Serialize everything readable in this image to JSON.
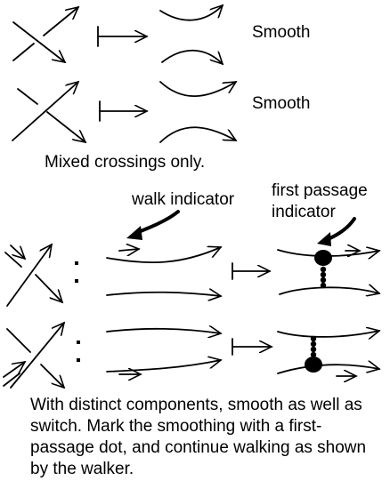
{
  "labels": {
    "smooth_1": "Smooth",
    "smooth_2": "Smooth",
    "mixed_note": "Mixed crossings only.",
    "walk_indicator": "walk indicator",
    "first_passage_line1": "first passage",
    "first_passage_line2": "indicator"
  },
  "caption": "With distinct components, smooth as well as switch. Mark the smoothing with a first-passage dot, and continue walking as shown by the walker.",
  "colors": {
    "ink": "#000000",
    "background": "#ffffff"
  },
  "symbols": {
    "maps_to": "maps-to-arrow",
    "colon": ":",
    "pointer": "thick-pointer-arrow",
    "first_passage_dot": "filled-dot",
    "chain": "beaded-chain"
  }
}
